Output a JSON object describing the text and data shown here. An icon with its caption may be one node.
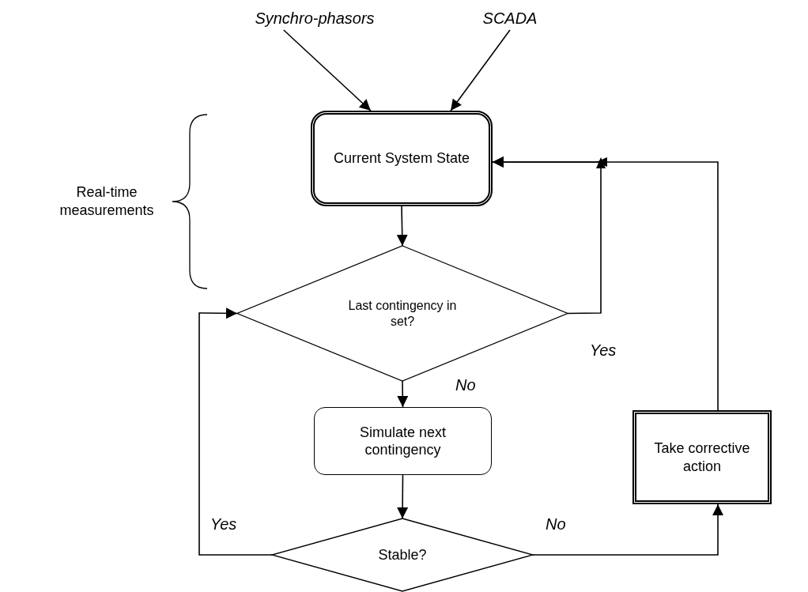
{
  "diagram": {
    "nodes": [
      {
        "text": [
          "Synchro-phasors"
        ]
      },
      {
        "text": [
          "SCADA"
        ]
      },
      {
        "text": [
          "Current System State"
        ]
      },
      {
        "text": [
          "Last contingency in set?"
        ]
      },
      {
        "text": [
          "Simulate next contingency"
        ]
      },
      {
        "text": [
          "Stable?"
        ]
      },
      {
        "text": [
          "Take corrective action"
        ]
      }
    ],
    "edges": [
      {
        "from": 0,
        "to": 2,
        "arrow": "to"
      },
      {
        "from": 1,
        "to": 2,
        "arrow": "to"
      },
      {
        "from": 2,
        "to": 3,
        "arrow": "to"
      },
      {
        "from": 3,
        "to": 4,
        "arrow": "to",
        "label": "No"
      },
      {
        "from": 3,
        "to": 2,
        "arrow": "to",
        "label": "Yes"
      },
      {
        "from": 4,
        "to": 5,
        "arrow": "to"
      },
      {
        "from": 5,
        "to": 3,
        "arrow": "to",
        "label": "Yes"
      },
      {
        "from": 5,
        "to": 6,
        "arrow": "to",
        "label": "No"
      },
      {
        "from": 6,
        "to": 2,
        "arrow": "to"
      }
    ],
    "labels": [
      "Real-time measurements"
    ]
  }
}
